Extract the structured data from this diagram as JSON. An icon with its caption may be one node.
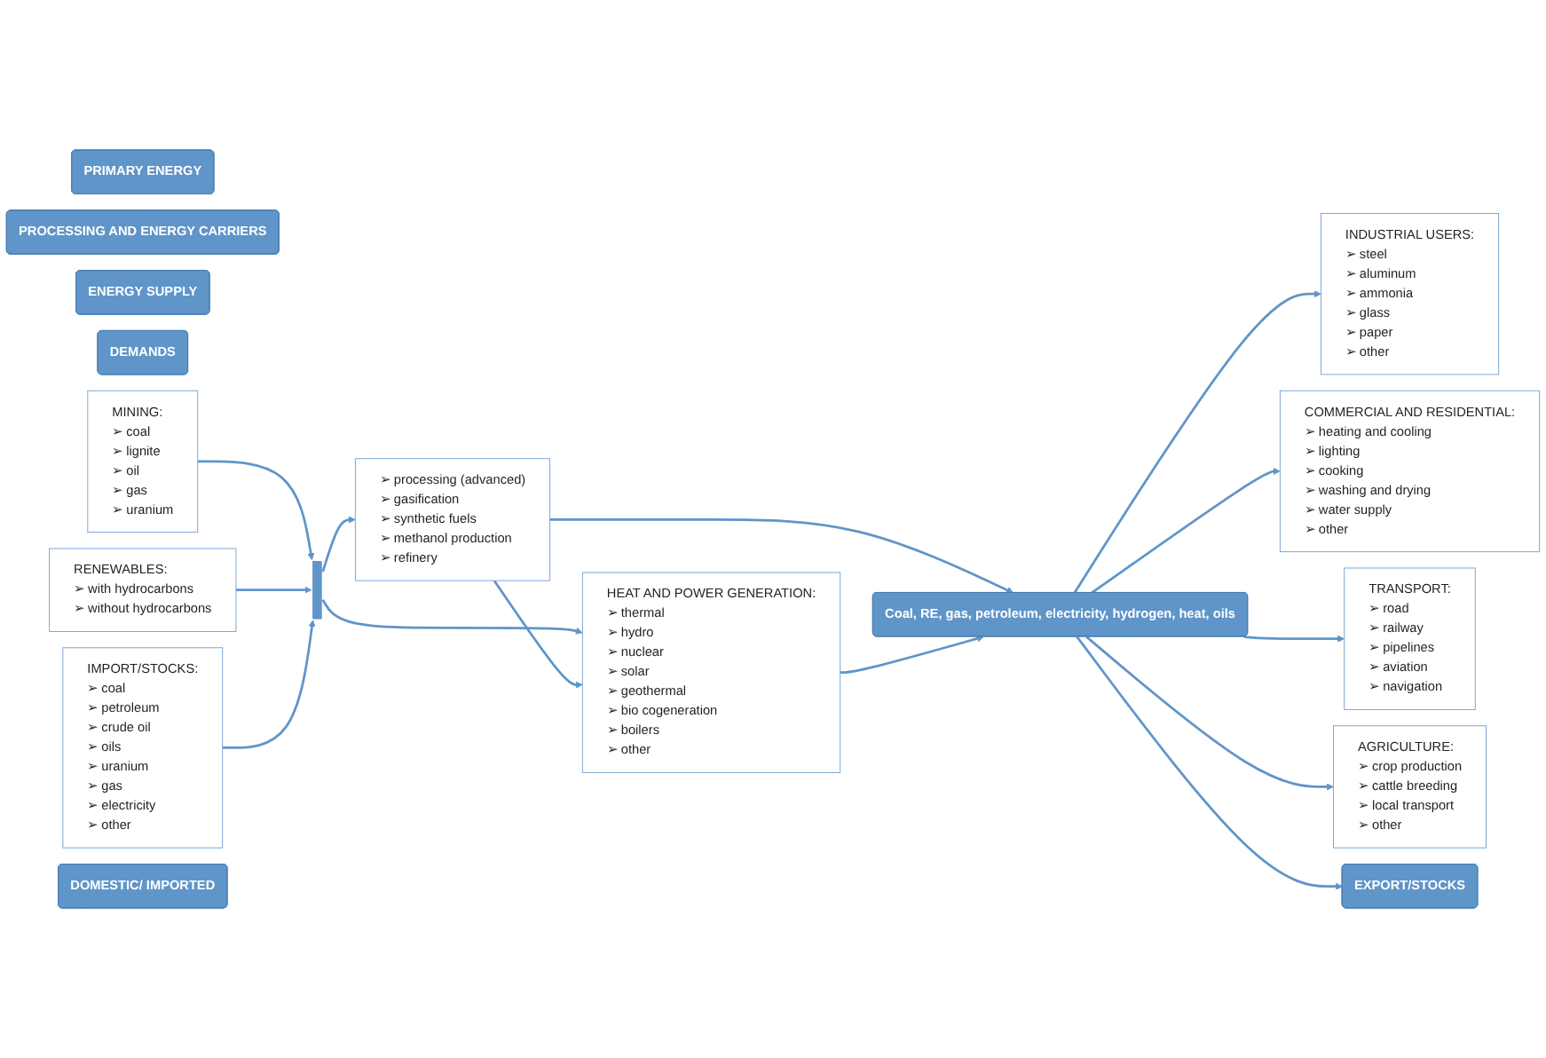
{
  "diagram": {
    "nodes": [
      {
        "text": [
          "PRIMARY ENERGY"
        ]
      },
      {
        "text": [
          "PROCESSING AND ENERGY CARRIERS"
        ]
      },
      {
        "text": [
          "ENERGY SUPPLY"
        ]
      },
      {
        "text": [
          "DEMANDS"
        ]
      },
      {
        "text": [
          "MINING:",
          "➢ coal",
          "➢ lignite",
          "➢ oil",
          "➢ gas",
          "➢ uranium"
        ]
      },
      {
        "text": [
          "RENEWABLES:",
          "➢ with hydrocarbons",
          "➢ without hydrocarbons"
        ]
      },
      {
        "text": [
          "IMPORT/STOCKS:",
          "➢ coal",
          "➢ petroleum",
          "➢ crude oil",
          "➢ oils",
          "➢ uranium",
          "➢ gas",
          "➢ electricity",
          "➢ other"
        ]
      },
      {
        "text": [],
        "shape": "bar"
      },
      {
        "text": [
          "➢ processing (advanced)",
          "➢ gasification",
          "➢ synthetic fuels",
          "➢ methanol production",
          "➢ refinery"
        ]
      },
      {
        "text": [
          "HEAT AND POWER GENERATION:",
          "➢ thermal",
          "➢ hydro",
          "➢ nuclear",
          "➢ solar",
          "➢ geothermal",
          "➢ bio cogeneration",
          "➢ boilers",
          "➢ other"
        ]
      },
      {
        "text": [
          "Coal, RE, gas, petroleum, electricity, hydrogen, heat, oils"
        ]
      },
      {
        "text": [
          "INDUSTRIAL USERS:",
          "➢ steel",
          "➢ aluminum",
          "➢ ammonia",
          "➢ glass",
          "➢ paper",
          "➢ other"
        ]
      },
      {
        "text": [
          "COMMERCIAL AND RESIDENTIAL:",
          "➢ heating and cooling",
          "➢ lighting",
          "➢ cooking",
          "➢ washing and drying",
          "➢ water supply",
          "➢ other"
        ]
      },
      {
        "text": [
          "TRANSPORT:",
          "➢ road",
          "➢ railway",
          "➢ pipelines",
          "➢ aviation",
          "➢ navigation"
        ]
      },
      {
        "text": [
          "AGRICULTURE:",
          "➢ crop production",
          "➢ cattle breeding",
          "➢ local transport",
          "➢ other"
        ]
      },
      {
        "text": [
          "DOMESTIC/ IMPORTED"
        ]
      },
      {
        "text": [
          "EXPORT/STOCKS"
        ]
      }
    ],
    "edges": [
      {
        "from": 4,
        "to": 7,
        "arrow": "to"
      },
      {
        "from": 5,
        "to": 7,
        "arrow": "to"
      },
      {
        "from": 6,
        "to": 7,
        "arrow": "to"
      },
      {
        "from": 7,
        "to": 8,
        "arrow": "to"
      },
      {
        "from": 7,
        "to": 9,
        "arrow": "to"
      },
      {
        "from": 8,
        "to": 9,
        "arrow": "to"
      },
      {
        "from": 8,
        "to": 10,
        "arrow": "to"
      },
      {
        "from": 9,
        "to": 10,
        "arrow": "to"
      },
      {
        "from": 10,
        "to": 11,
        "arrow": "to"
      },
      {
        "from": 10,
        "to": 12,
        "arrow": "to"
      },
      {
        "from": 10,
        "to": 13,
        "arrow": "to"
      },
      {
        "from": 10,
        "to": 14,
        "arrow": "to"
      },
      {
        "from": 10,
        "to": 16,
        "arrow": "to"
      }
    ]
  }
}
